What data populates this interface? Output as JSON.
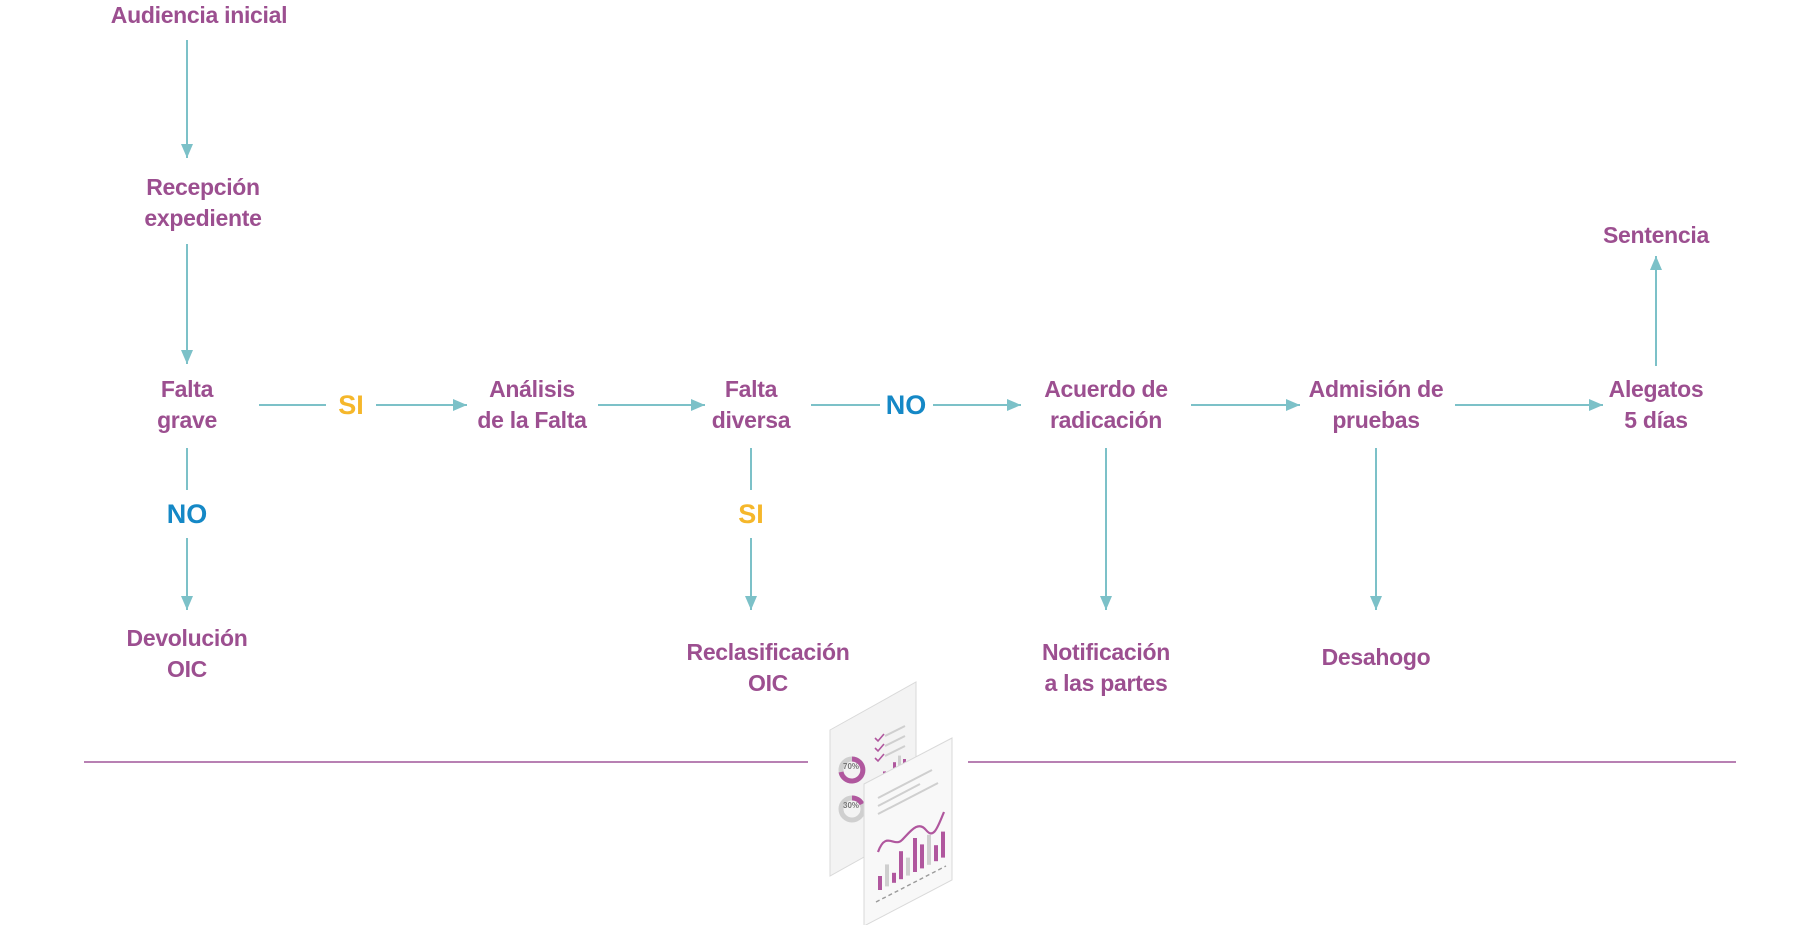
{
  "colors": {
    "node_text": "#9c4f90",
    "arrow": "#7cc1c8",
    "yes": "#f5b72b",
    "no": "#1588c6",
    "rule": "#a1579a",
    "doc_paper": "#f3f3f3",
    "doc_edge": "#d9d9d9",
    "doc_accent": "#b0579e",
    "doc_muted": "#cfcfcf"
  },
  "nodes": {
    "audiencia": [
      "Audiencia inicial"
    ],
    "recepcion": [
      "Recepción",
      "expediente"
    ],
    "falta_grave": [
      "Falta",
      "grave"
    ],
    "devolucion": [
      "Devolución",
      "OIC"
    ],
    "analisis": [
      "Análisis",
      "de la Falta"
    ],
    "falta_diversa": [
      "Falta",
      "diversa"
    ],
    "reclasificacion": [
      "Reclasificación",
      "OIC"
    ],
    "acuerdo": [
      "Acuerdo de",
      "radicación"
    ],
    "notificacion": [
      "Notificación",
      "a las partes"
    ],
    "admision": [
      "Admisión de",
      "pruebas"
    ],
    "desahogo": [
      "Desahogo"
    ],
    "alegatos": [
      "Alegatos",
      "5 días"
    ],
    "sentencia": [
      "Sentencia"
    ]
  },
  "decisions": {
    "si_1": "SI",
    "no_1": "NO",
    "no_2": "NO",
    "si_2": "SI"
  },
  "illustration": {
    "icon": "document-charts-icon",
    "gauge_top": "70%",
    "gauge_bottom": "30%"
  }
}
